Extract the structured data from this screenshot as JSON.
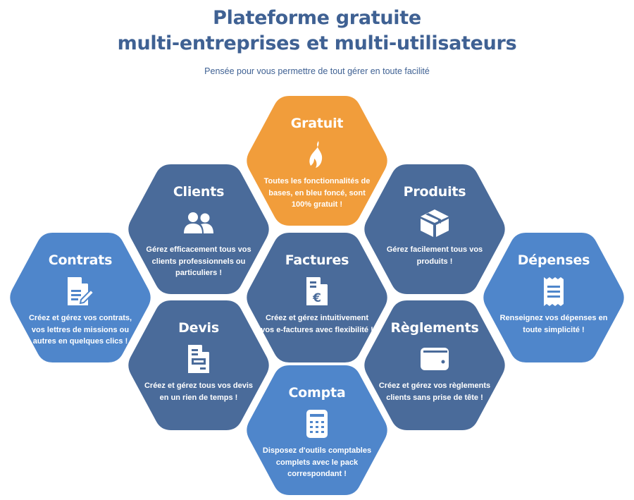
{
  "header": {
    "title_line1": "Plateforme gratuite",
    "title_line2": "multi-entreprises et multi-utilisateurs",
    "subtitle": "Pensée pour vous permettre de tout gérer en toute facilité"
  },
  "colors": {
    "title": "#3f6193",
    "free_orange": "#f19d3b",
    "base_dark_blue": "#4a6b9a",
    "option_light_blue": "#4f86cb"
  },
  "features": [
    {
      "key": "gratuit",
      "title": "Gratuit",
      "icon": "fire-icon",
      "tier": "free",
      "desc": "Toutes les fonctionnalités de bases, en bleu foncé, sont 100% gratuit !"
    },
    {
      "key": "clients",
      "title": "Clients",
      "icon": "users-icon",
      "tier": "base",
      "desc": "Gérez efficacement tous vos clients professionnels ou particuliers !"
    },
    {
      "key": "produits",
      "title": "Produits",
      "icon": "box-icon",
      "tier": "base",
      "desc": "Gérez facilement tous vos produits !"
    },
    {
      "key": "contrats",
      "title": "Contrats",
      "icon": "contract-icon",
      "tier": "option",
      "desc": "Créez et gérez vos contrats, vos lettres de missions ou autres en quelques clics !"
    },
    {
      "key": "factures",
      "title": "Factures",
      "icon": "invoice-euro-icon",
      "tier": "base",
      "desc": "Créez et gérez intuitivement vos e-factures avec flexibilité !"
    },
    {
      "key": "depenses",
      "title": "Dépenses",
      "icon": "receipt-icon",
      "tier": "option",
      "desc": "Renseignez vos dépenses en toute simplicité !"
    },
    {
      "key": "devis",
      "title": "Devis",
      "icon": "quote-document-icon",
      "tier": "base",
      "desc": "Créez et gérez tous vos devis en un rien de temps !"
    },
    {
      "key": "reglements",
      "title": "Règlements",
      "icon": "wallet-icon",
      "tier": "base",
      "desc": "Créez et gérez vos règlements clients sans prise de tête !"
    },
    {
      "key": "compta",
      "title": "Compta",
      "icon": "calculator-icon",
      "tier": "option",
      "desc": "Disposez d'outils comptables complets avec le pack correspondant !"
    }
  ]
}
